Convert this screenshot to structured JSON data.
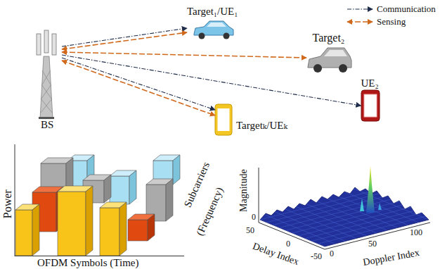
{
  "diagram": {
    "nodes": [
      {
        "text": [
          "BS"
        ]
      },
      {
        "text": [
          "Target₁/UE₁"
        ]
      },
      {
        "text": [
          "Target₂"
        ]
      },
      {
        "text": [
          "UE₂"
        ]
      },
      {
        "text": [
          "Targetₖ/UEₖ"
        ]
      }
    ],
    "edges": [
      {
        "from": 0,
        "to": 1,
        "arrow": "to"
      },
      {
        "from": 0,
        "to": 1,
        "arrow": "both"
      },
      {
        "from": 0,
        "to": 2,
        "arrow": "both"
      },
      {
        "from": 0,
        "to": 3,
        "arrow": "to"
      },
      {
        "from": 0,
        "to": 4,
        "arrow": "to"
      },
      {
        "from": 0,
        "to": 4,
        "arrow": "both"
      }
    ],
    "labels": [
      "Power",
      "OFDM Symbols (Time)",
      "Subcarriers",
      "(Frequency)",
      "Magnitude",
      "0",
      "50",
      "0",
      "-50",
      "Delay Index",
      "0",
      "50",
      "100",
      "Doppler Index"
    ],
    "legend": [
      {
        "text": "Communication"
      },
      {
        "text": "Sensing"
      }
    ]
  }
}
